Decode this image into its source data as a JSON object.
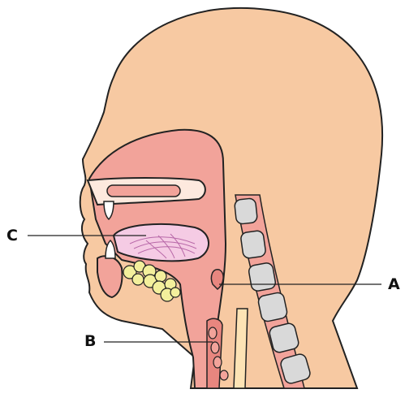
{
  "labels": {
    "a": "A",
    "b": "B",
    "c": "C"
  },
  "colors": {
    "skin": "#f7c9a2",
    "tissue": "#f2a39a",
    "tissue_dark": "#e8867f",
    "tongue": "#f5cbe4",
    "vertebra": "#d9d9d9",
    "spine_core": "#fde3b5",
    "gland": "#f3ef9c",
    "outline": "#222222"
  },
  "icons": [
    "head-cross-section-illustration"
  ]
}
